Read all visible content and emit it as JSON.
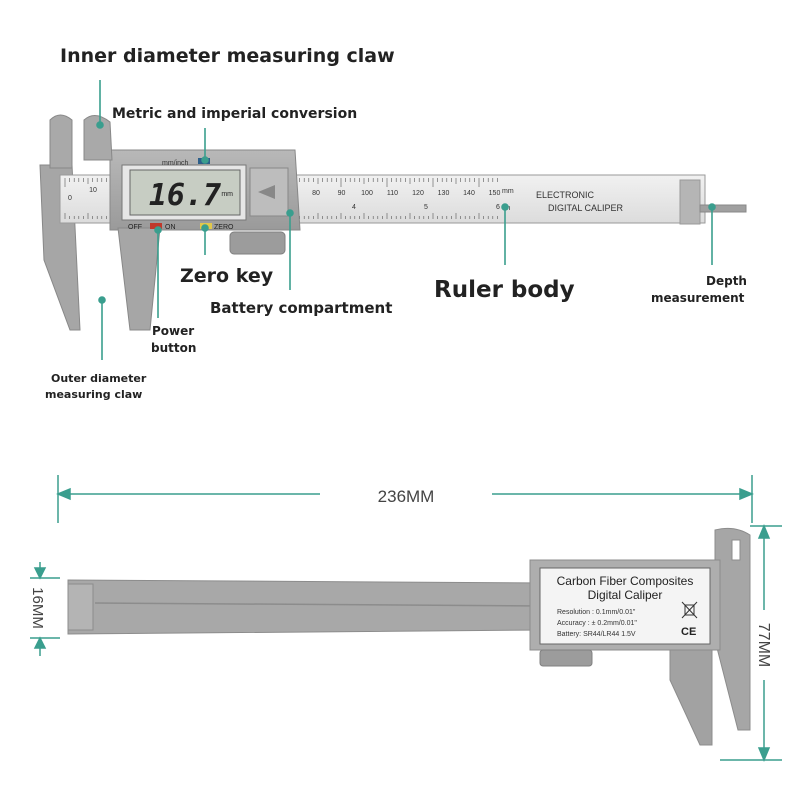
{
  "labels": {
    "inner_claw": "Inner diameter measuring claw",
    "conversion": "Metric and imperial conversion",
    "zero_key": "Zero key",
    "ruler_body": "Ruler body",
    "battery": "Battery compartment",
    "depth_1": "Depth",
    "depth_2": "measurement",
    "power_1": "Power",
    "power_2": "button",
    "outer_1": "Outer diameter",
    "outer_2": "measuring claw"
  },
  "caliper_top": {
    "lcd_value": "16.7",
    "lcd_unit": "mm",
    "mode_label": "mm/inch",
    "off_label": "OFF",
    "on_label": "ON",
    "zero_label": "ZERO",
    "brand_1": "ELECTRONIC",
    "brand_2": "DIGITAL CALIPER",
    "unit_mm": "mm",
    "unit_in": "in",
    "scale_numbers": [
      "80",
      "90",
      "100",
      "110",
      "120",
      "130",
      "140",
      "150"
    ],
    "inch_numbers": [
      "4",
      "5",
      "6"
    ],
    "left_numbers": [
      "0",
      "10"
    ]
  },
  "dimensions": {
    "length": "236MM",
    "height": "77MM",
    "thickness": "16MM"
  },
  "caliper_bottom": {
    "title_1": "Carbon Fiber Composites",
    "title_2": "Digital Caliper",
    "resolution": "Resolution : 0.1mm/0.01\"",
    "accuracy": "Accuracy : ± 0.2mm/0.01\"",
    "battery": "Battery: SR44/LR44 1.5V",
    "ce_mark": "CE"
  },
  "colors": {
    "teal": "#3a9e8e",
    "gray_body": "#a3a3a3",
    "gray_dark": "#8a8a8a",
    "lcd": "#c7cdc3",
    "red": "#c0392b",
    "yellow": "#e2c84b"
  }
}
